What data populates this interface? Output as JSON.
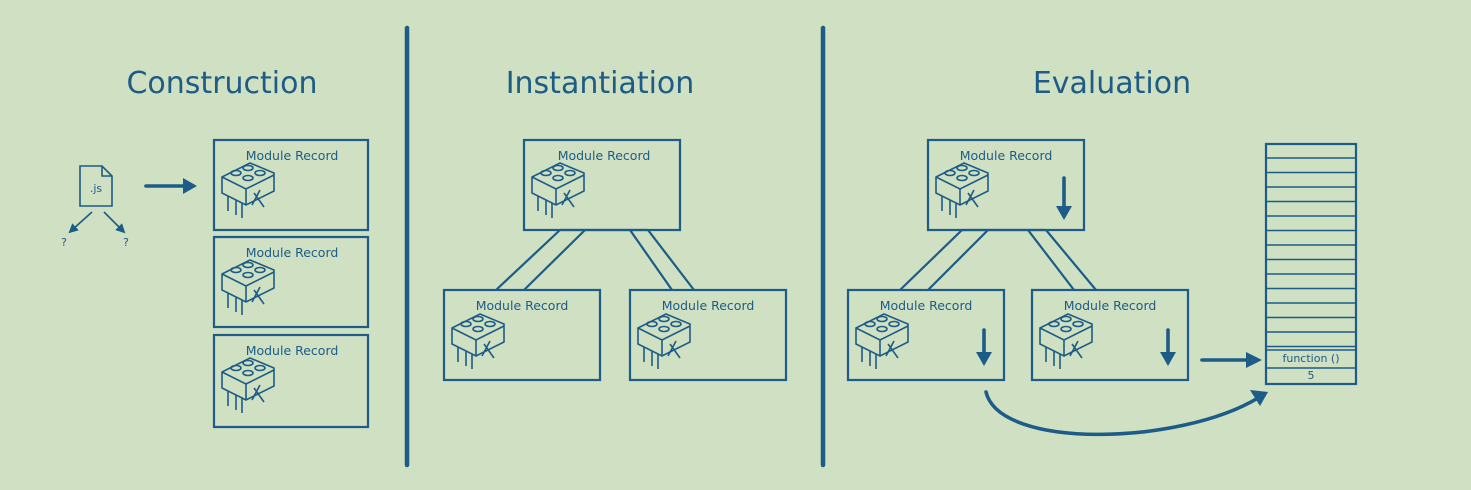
{
  "panels": [
    {
      "title": "Construction"
    },
    {
      "title": "Instantiation"
    },
    {
      "title": "Evaluation"
    }
  ],
  "module_record_label": "Module Record",
  "file_icon_label": ".js",
  "question_mark": "?",
  "memory_cells": {
    "function_label": "function ()",
    "value": "5"
  },
  "colors": {
    "background": "#cfe0c3",
    "ink": "#1d5c86"
  }
}
